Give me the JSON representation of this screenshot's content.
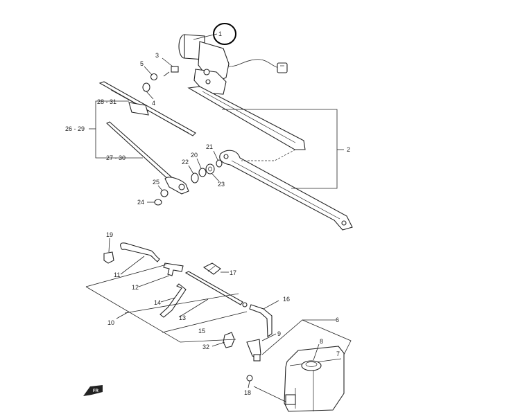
{
  "callouts": {
    "c1": "1",
    "c2": "2",
    "c3": "3",
    "c4": "4",
    "c5": "5",
    "c6": "6",
    "c7": "7",
    "c8": "8",
    "c9": "9",
    "c10": "10",
    "c11": "11",
    "c12": "12",
    "c13": "13",
    "c14": "14",
    "c15": "15",
    "c16": "16",
    "c17": "17",
    "c18": "18",
    "c19": "19",
    "c20": "20",
    "c21": "21",
    "c22": "22",
    "c23": "23",
    "c24": "24",
    "c25": "25",
    "c26_29": "26 - 29",
    "c27_30": "27 - 30",
    "c28_31": "28 - 31",
    "c32": "32"
  },
  "front_marker": "FR"
}
